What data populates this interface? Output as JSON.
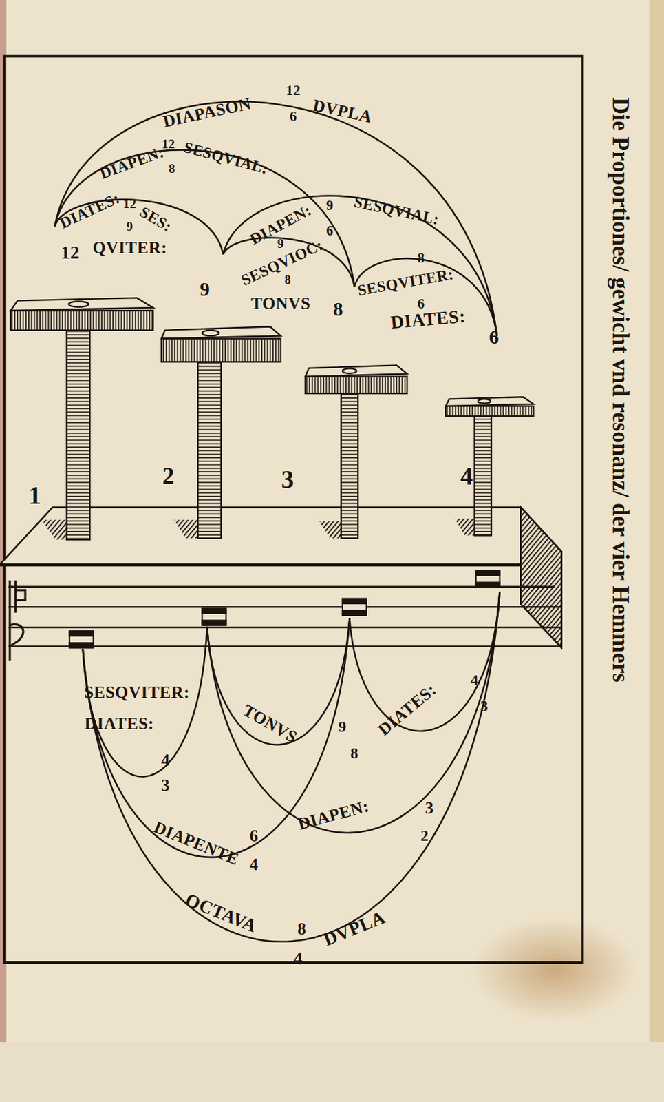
{
  "diagram": {
    "title": "Die Proportiones/ gewicht vnd resonanz/ der vier Hemmers",
    "labels": [
      "12",
      "DIAPASON",
      "6",
      "DVPLA",
      "12",
      "DIAPEN:",
      "8",
      "SESQVIAL:",
      "DIATES:",
      "12",
      "9",
      "SES:",
      "9",
      "SESQVIAL:",
      "DIAPEN:",
      "6",
      "9",
      "12",
      "QVITER:",
      "SESQVIOC:",
      "8",
      "8",
      "SESQVITER:",
      "6",
      "9",
      "TONVS",
      "8",
      "DIATES:",
      "6",
      "1",
      "2",
      "3",
      "4",
      "SESQVITER:",
      "4",
      "DIATES:",
      "TONVS",
      "9",
      "DIATES:",
      "3",
      "8",
      "4",
      "3",
      "3",
      "DIAPEN:",
      "DIAPENTE",
      "6",
      "2",
      "4",
      "OCTAVA",
      "8",
      "DVPLA",
      "4"
    ]
  }
}
